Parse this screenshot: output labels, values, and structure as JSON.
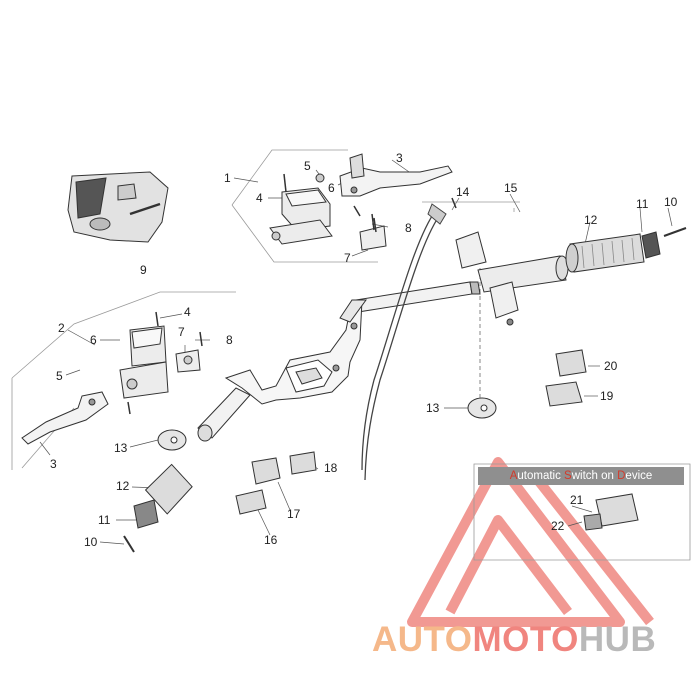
{
  "callouts": [
    {
      "id": "c1a",
      "text": "1"
    },
    {
      "id": "c2a",
      "text": "2"
    },
    {
      "id": "c3a",
      "text": "3"
    },
    {
      "id": "c3b",
      "text": "3"
    },
    {
      "id": "c4a",
      "text": "4"
    },
    {
      "id": "c4b",
      "text": "4"
    },
    {
      "id": "c5a",
      "text": "5"
    },
    {
      "id": "c5b",
      "text": "5"
    },
    {
      "id": "c6a",
      "text": "6"
    },
    {
      "id": "c6b",
      "text": "6"
    },
    {
      "id": "c7a",
      "text": "7"
    },
    {
      "id": "c7b",
      "text": "7"
    },
    {
      "id": "c8a",
      "text": "8"
    },
    {
      "id": "c8b",
      "text": "8"
    },
    {
      "id": "c9a",
      "text": "9"
    },
    {
      "id": "c10a",
      "text": "10"
    },
    {
      "id": "c10b",
      "text": "10"
    },
    {
      "id": "c11a",
      "text": "11"
    },
    {
      "id": "c11b",
      "text": "11"
    },
    {
      "id": "c12a",
      "text": "12"
    },
    {
      "id": "c12b",
      "text": "12"
    },
    {
      "id": "c13a",
      "text": "13"
    },
    {
      "id": "c13b",
      "text": "13"
    },
    {
      "id": "c14a",
      "text": "14"
    },
    {
      "id": "c15a",
      "text": "15"
    },
    {
      "id": "c16a",
      "text": "16"
    },
    {
      "id": "c17a",
      "text": "17"
    },
    {
      "id": "c18a",
      "text": "18"
    },
    {
      "id": "c19a",
      "text": "19"
    },
    {
      "id": "c20a",
      "text": "20"
    },
    {
      "id": "c21a",
      "text": "21"
    },
    {
      "id": "c22a",
      "text": "22"
    }
  ],
  "inset": {
    "title_a": "A",
    "title_rest1": "utomatic ",
    "title_s": "S",
    "title_rest2": "witch on ",
    "title_d": "D",
    "title_rest3": "evice"
  },
  "watermark": {
    "part1": "AUTO",
    "part2": "MOTO",
    "part3": "HUB"
  },
  "colors": {
    "line": "#333333",
    "part_fill": "#e9e9e9",
    "dark_fill": "#6b6b6b",
    "watermark_red": "#e8534a",
    "watermark_orange": "#f5b88a",
    "watermark_grey": "#b9b9b9"
  }
}
